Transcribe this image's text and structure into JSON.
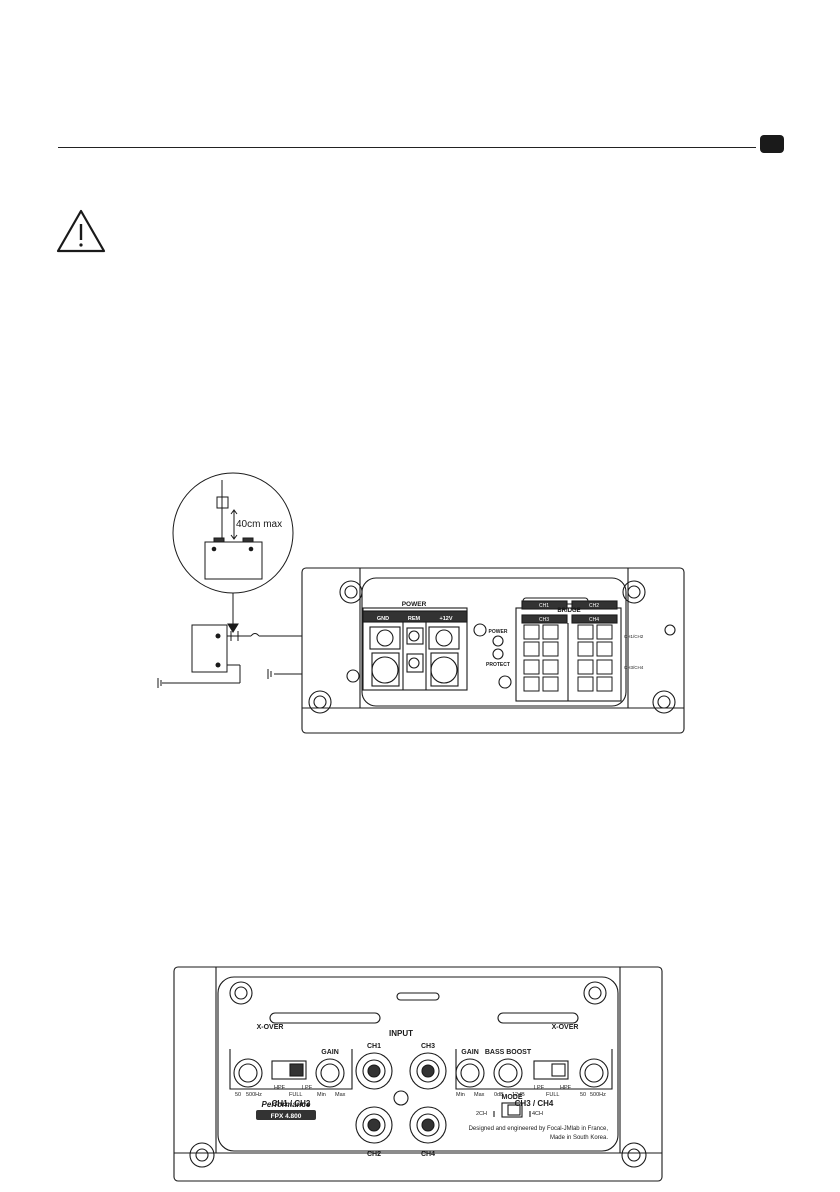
{
  "header": {
    "lang_badge": ""
  },
  "warning": {
    "icon": "warning-triangle-icon"
  },
  "power_diagram": {
    "inset_label": "40cm max",
    "section_title": "POWER",
    "terminals": [
      "GND",
      "REM",
      "+12V"
    ],
    "led_power": "POWER",
    "led_protect": "PROTECT",
    "bridge_label": "BRIDGE",
    "bridge_top": [
      "CH1",
      "CH2"
    ],
    "bridge_bottom": [
      "CH3",
      "CH4"
    ],
    "side_labels": [
      "CH1/CH2",
      "CH3/CH4"
    ]
  },
  "input_panel": {
    "xover_left": "X-OVER",
    "xover_left_marks": [
      "50",
      "500Hz"
    ],
    "switch_left": [
      "HPF",
      "FULL",
      "LPF"
    ],
    "gain_left": "GAIN",
    "gain_left_marks": [
      "Min",
      "Max"
    ],
    "group_left": "CH1 / CH2",
    "input_title": "INPUT",
    "inputs": [
      "CH1",
      "CH3",
      "CH2",
      "CH4"
    ],
    "gain_right": "GAIN",
    "gain_right_marks": [
      "Min",
      "Max"
    ],
    "bass_boost": "BASS BOOST",
    "bass_marks": [
      "0dB",
      "12dB"
    ],
    "xover_right": "X-OVER",
    "switch_right": [
      "LPF",
      "FULL",
      "HPF"
    ],
    "xover_right_marks": [
      "50",
      "500Hz"
    ],
    "group_right": "CH3 / CH4",
    "brand": "Performance",
    "model": "FPX 4.800",
    "mode_title": "MODE",
    "mode_left": "2CH",
    "mode_right": "4CH",
    "footer_line1": "Designed and engineered by Focal-JMlab in France,",
    "footer_line2": "Made in South Korea."
  }
}
